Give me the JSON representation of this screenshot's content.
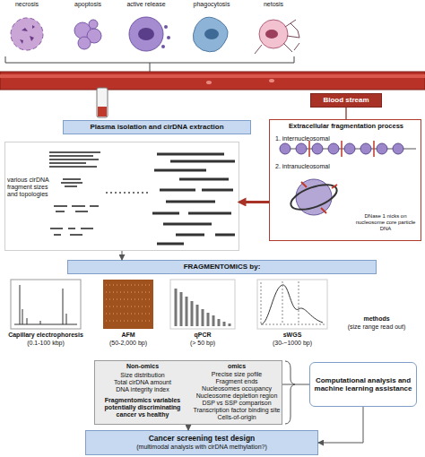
{
  "diagram": {
    "nodes": [
      {
        "text": [
          "Blood stream"
        ]
      },
      {
        "text": [
          "Plasma isolation and cirDNA extraction"
        ]
      },
      {
        "text": [
          "Extracellular fragmentation process",
          "1. internucleosomal",
          "2. intranucleosomal",
          "DNase 1 nicks on nucleosome core particle DNA"
        ]
      },
      {
        "text": [
          "various cirDNA fragment sizes and topologies"
        ]
      },
      {
        "text": [
          "FRAGMENTOMICS by:"
        ]
      },
      {
        "text": [
          "Non-omics",
          "Size distribution",
          "Total cirDNA amount",
          "DNA integrity index",
          "Fragmentomics variables potentially discriminating cancer vs healthy",
          "omics",
          "Precise size pofile",
          "Fragment ends",
          "Nucleosomes occupancy",
          "Nucleosome depletion region",
          "DSP vs SSP comparison",
          "Transcription factor binding site",
          "Cells-of-origin"
        ]
      },
      {
        "text": [
          "Computational analysis and machine learning assistance"
        ]
      },
      {
        "text": [
          "Cancer screening test design",
          "(multimodal analysis with cirDNA methylation?)"
        ]
      }
    ],
    "edges": [
      {
        "from": 0,
        "to": 2,
        "arrow": "none"
      },
      {
        "from": 2,
        "to": 3,
        "arrow": "to"
      },
      {
        "from": 3,
        "to": 4,
        "arrow": "to"
      },
      {
        "from": 5,
        "to": 6,
        "arrow": "none"
      },
      {
        "from": 6,
        "to": 7,
        "arrow": "to"
      },
      {
        "from": 5,
        "to": 7,
        "arrow": "to"
      }
    ],
    "labels": [
      "necrosis",
      "apoptosis",
      "active release",
      "phagocytosis",
      "netosis",
      "Capillary electrophoresis",
      "(0.1-100 kbp)",
      "AFM",
      "(50-2,000 bp)",
      "qPCR",
      "(> 50 bp)",
      "sWGS",
      "(30-~1000 bp)",
      "methods",
      "(size range read out)"
    ]
  }
}
